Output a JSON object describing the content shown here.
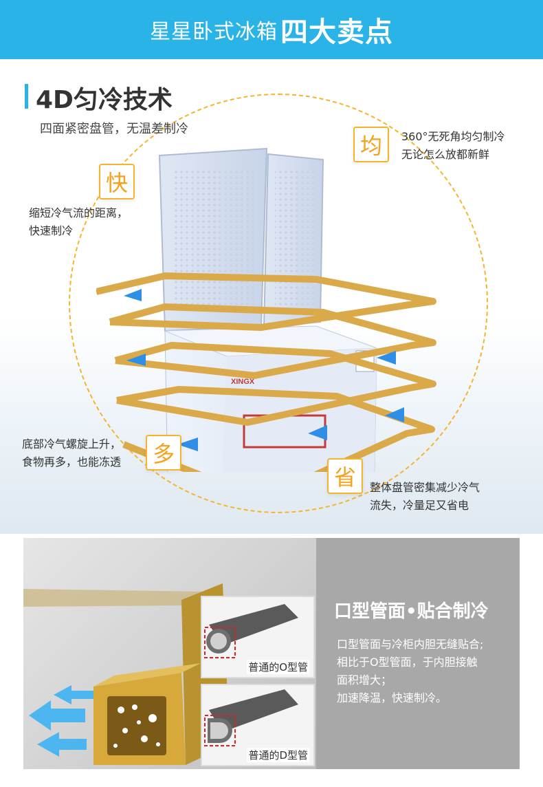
{
  "header": {
    "title_normal": "星星卧式冰箱",
    "title_bold": "四大卖点"
  },
  "section1": {
    "title": "4D匀冷技术",
    "subtitle": "四面紧密盘管，无温差制冷",
    "brand_label": "XINGX",
    "features": [
      {
        "badge": "快",
        "line1": "缩短冷气流的距离，",
        "line2": "快速制冷"
      },
      {
        "badge": "均",
        "line1": "360°无死角均匀制冷",
        "line2": "无论怎么放都新鲜"
      },
      {
        "badge": "多",
        "line1": "底部冷气螺旋上升，",
        "line2": "食物再多，也能冻透"
      },
      {
        "badge": "省",
        "line1": "整体盘管密集减少冷气",
        "line2": "流失，冷量足又省电"
      }
    ],
    "colors": {
      "accent": "#29b3e6",
      "gold": "#f5b42a",
      "pipe": "#d9a94a"
    }
  },
  "section2": {
    "title": "口型管面•贴合制冷",
    "desc": [
      "口型管面与冷柜内胆无缝贴合;",
      "相比于O型管面，于内胆接触",
      "面积增大；",
      "加速降温，快速制冷。"
    ],
    "thumbs": [
      {
        "label": "普通的O型管"
      },
      {
        "label": "普通的D型管"
      }
    ]
  }
}
